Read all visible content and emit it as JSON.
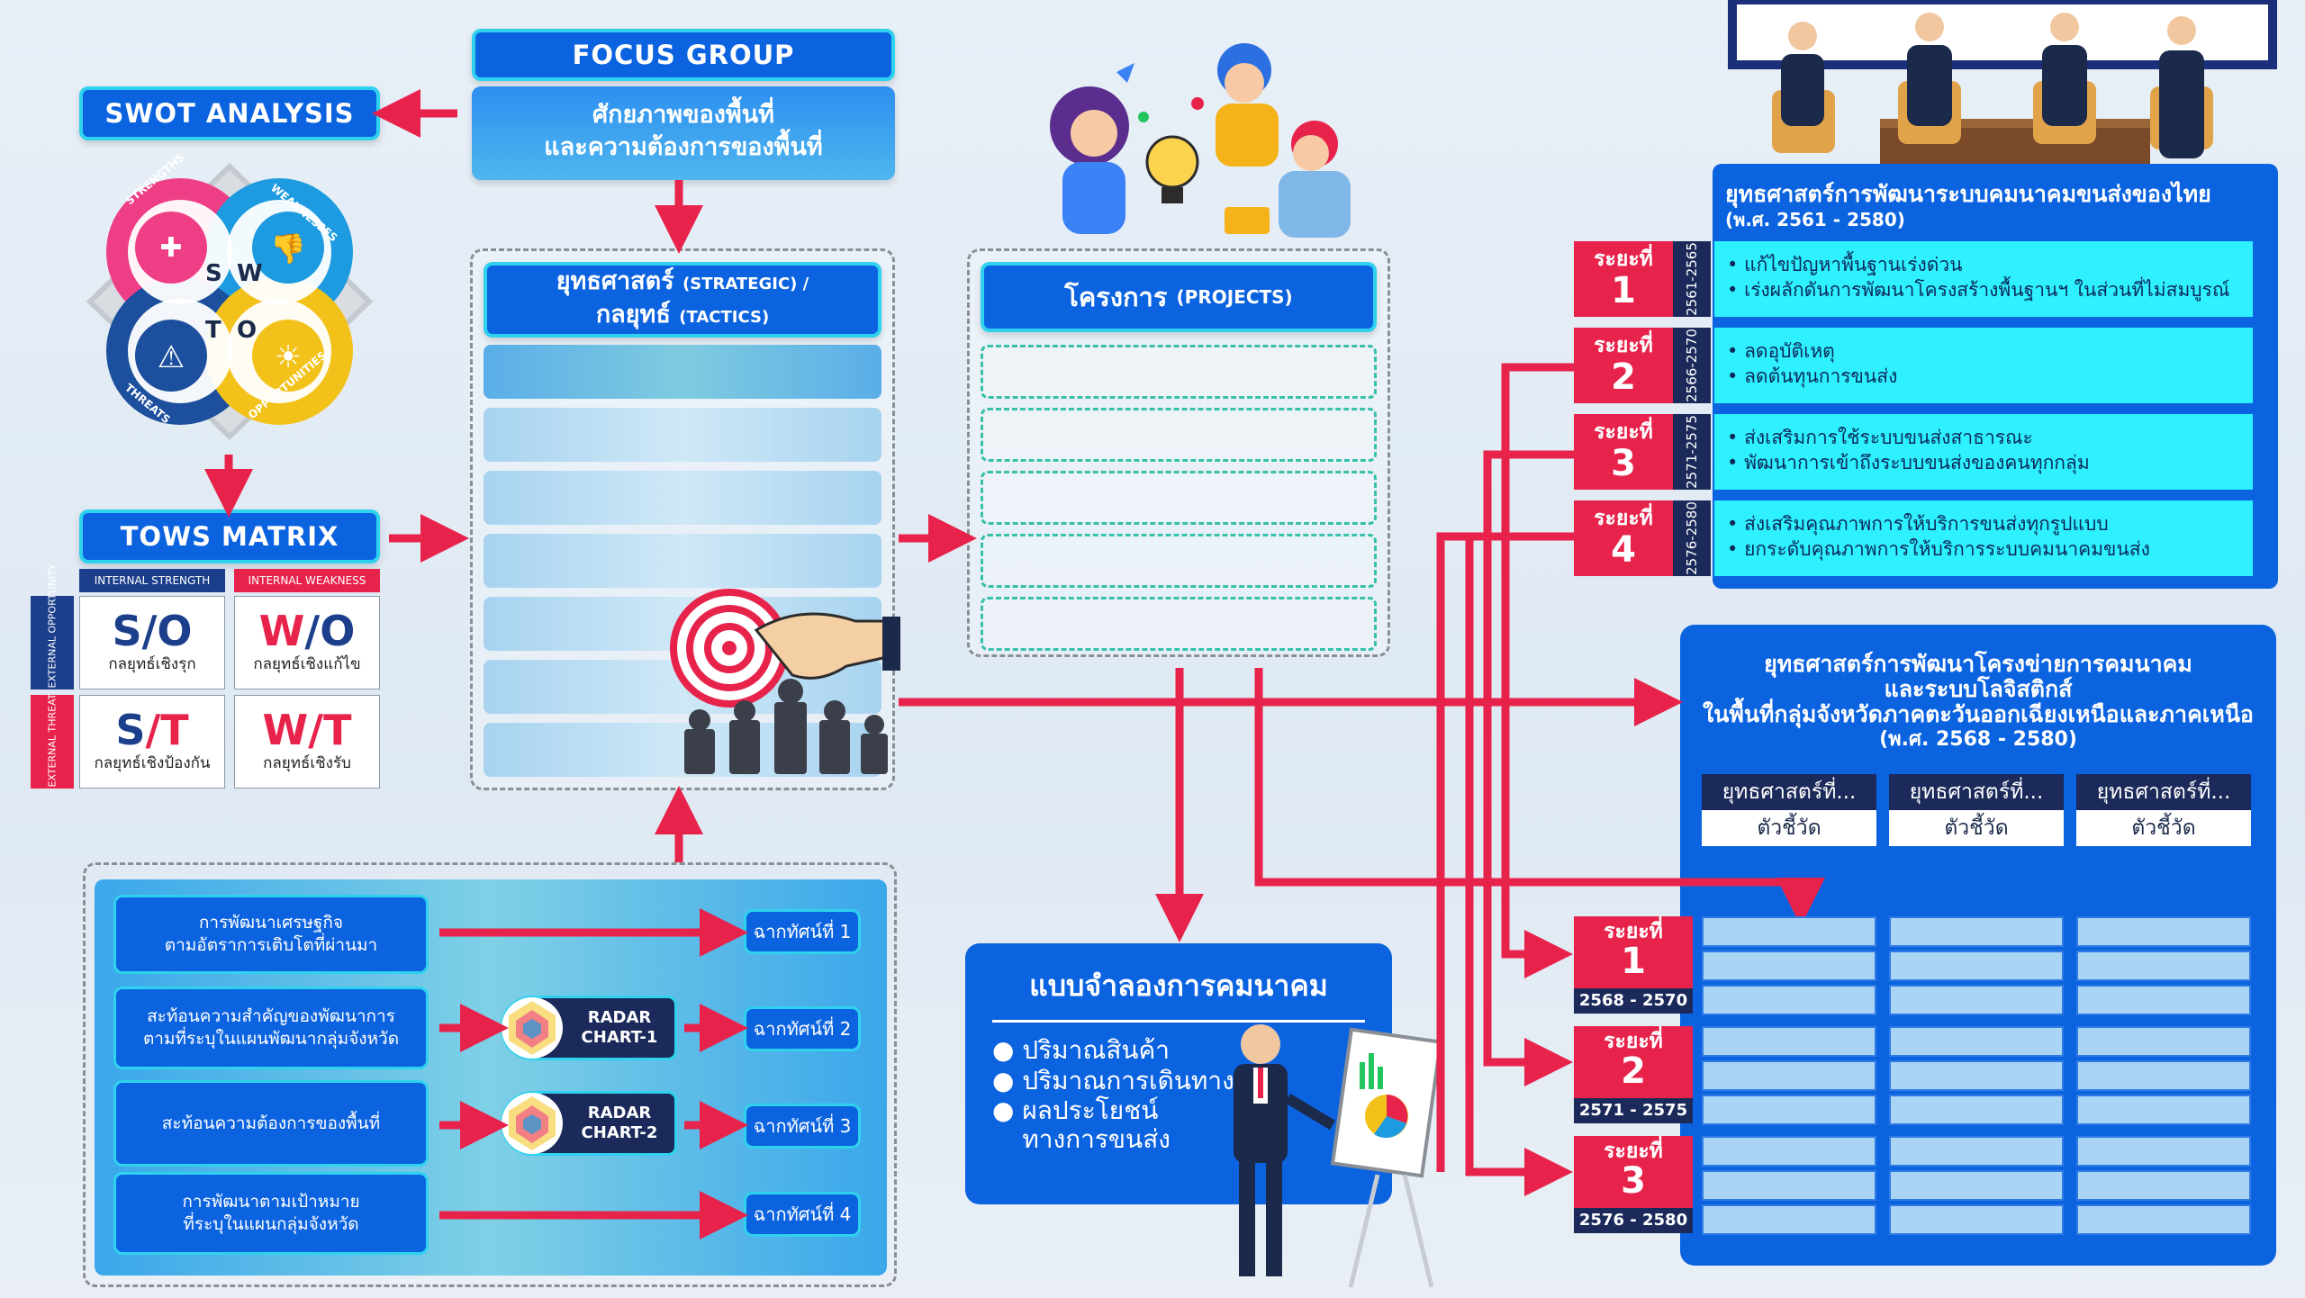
{
  "focus_group": {
    "title": "FOCUS GROUP",
    "line1": "ศักยภาพของพื้นที่",
    "line2": "และความต้องการของพื้นที่"
  },
  "swot": {
    "title": "SWOT ANALYSIS",
    "labels": [
      "STRENGTHS",
      "WEAKNESSES",
      "THREATS",
      "OPPORTUNITIES"
    ],
    "letters": [
      "S",
      "W",
      "T",
      "O"
    ]
  },
  "tows": {
    "title": "TOWS MATRIX",
    "col_strength": "INTERNAL STRENGTH",
    "col_weakness": "INTERNAL WEAKNESS",
    "row_opportunity": "EXTERNAL OPPORTUNITY",
    "row_threat": "EXTERNAL THREAT",
    "cells": [
      {
        "code_a": "S",
        "code_b": "/O",
        "label": "กลยุทธ์เชิงรุก"
      },
      {
        "code_a": "W",
        "code_b": "/O",
        "label": "กลยุทธ์เชิงแก้ไข"
      },
      {
        "code_a": "S",
        "code_b": "/T",
        "label": "กลยุทธ์เชิงป้องกัน"
      },
      {
        "code_a": "W",
        "code_b": "/T",
        "label": "กลยุทธ์เชิงรับ"
      }
    ]
  },
  "strategy": {
    "title_main": "ยุทธศาสตร์",
    "title_en1": "(STRATEGIC) /",
    "title_line2": "กลยุทธ์",
    "title_en2": "(TACTICS)"
  },
  "projects": {
    "title_main": "โครงการ",
    "title_en": "(PROJECTS)"
  },
  "scenarios": {
    "rows": [
      {
        "text": "การพัฒนาเศรษฐกิจ\nตามอัตราการเติบโตที่ผ่านมา",
        "result": "ฉากทัศน์ที่ 1",
        "radar": ""
      },
      {
        "text": "สะท้อนความสำคัญของพัฒนาการ\nตามที่ระบุในแผนพัฒนากลุ่มจังหวัด",
        "result": "ฉากทัศน์ที่ 2",
        "radar": "RADAR\nCHART-1"
      },
      {
        "text": "สะท้อนความต้องการของพื้นที่",
        "result": "ฉากทัศน์ที่ 3",
        "radar": "RADAR\nCHART-2"
      },
      {
        "text": "การพัฒนาตามเป้าหมาย\nที่ระบุในแผนกลุ่มจังหวัด",
        "result": "ฉากทัศน์ที่ 4",
        "radar": ""
      }
    ]
  },
  "transport_model": {
    "title": "แบบจำลองการคมนาคม",
    "items": [
      "ปริมาณสินค้า",
      "ปริมาณการเดินทาง",
      "ผลประโยชน์\nทางการขนส่ง"
    ]
  },
  "national_plan": {
    "title": "ยุทธศาสตร์การพัฒนาระบบคมนาคมขนส่งของไทย",
    "subtitle": "(พ.ศ. 2561 - 2580)",
    "phases": [
      {
        "label": "ระยะที่",
        "num": "1",
        "years": "2561-2565",
        "items": [
          "แก้ไขปัญหาพื้นฐานเร่งด่วน",
          "เร่งผลักดันการพัฒนาโครงสร้างพื้นฐานฯ ในส่วนที่ไม่สมบูรณ์"
        ]
      },
      {
        "label": "ระยะที่",
        "num": "2",
        "years": "2566-2570",
        "items": [
          "ลดอุบัติเหตุ",
          "ลดต้นทุนการขนส่ง"
        ]
      },
      {
        "label": "ระยะที่",
        "num": "3",
        "years": "2571-2575",
        "items": [
          "ส่งเสริมการใช้ระบบขนส่งสาธารณะ",
          "พัฒนาการเข้าถึงระบบขนส่งของคนทุกกลุ่ม"
        ]
      },
      {
        "label": "ระยะที่",
        "num": "4",
        "years": "2576-2580",
        "items": [
          "ส่งเสริมคุณภาพการให้บริการขนส่งทุกรูปแบบ",
          "ยกระดับคุณภาพการให้บริการระบบคมนาคมขนส่ง"
        ]
      }
    ]
  },
  "regional_plan": {
    "title1": "ยุทธศาสตร์การพัฒนาโครงข่ายการคมนาคม",
    "title2": "และระบบโลจิสติกส์",
    "title3": "ในพื้นที่กลุ่มจังหวัดภาคตะวันออกเฉียงเหนือและภาคเหนือ",
    "title4": "(พ.ศ. 2568 - 2580)",
    "columns": [
      {
        "head": "ยุทธศาสตร์ที่...",
        "sub": "ตัวชี้วัด"
      },
      {
        "head": "ยุทธศาสตร์ที่...",
        "sub": "ตัวชี้วัด"
      },
      {
        "head": "ยุทธศาสตร์ที่...",
        "sub": "ตัวชี้วัด"
      }
    ],
    "phases": [
      {
        "label": "ระยะที่",
        "num": "1",
        "years": "2568 - 2570"
      },
      {
        "label": "ระยะที่",
        "num": "2",
        "years": "2571 - 2575"
      },
      {
        "label": "ระยะที่",
        "num": "3",
        "years": "2576 - 2580"
      }
    ]
  },
  "colors": {
    "blue": "#0b63e0",
    "cyan": "#2ef0ff",
    "red": "#e8234b",
    "light_blue": "#a9d4f4"
  },
  "icons": [
    "target-icon",
    "chess-hand-icon",
    "people-brainstorm-illustration",
    "panel-meeting-illustration",
    "presenter-illustration",
    "radar-chart-icon"
  ]
}
